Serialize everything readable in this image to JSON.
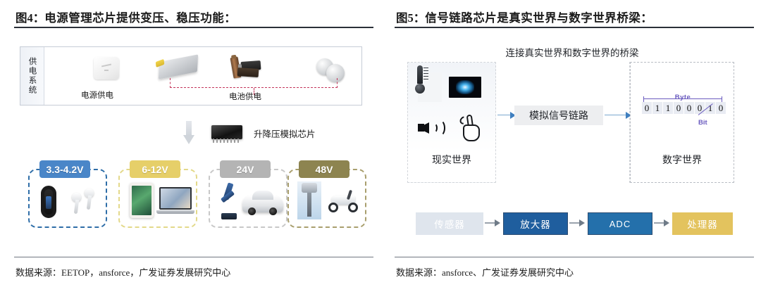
{
  "left_panel": {
    "title_num": "图4：",
    "title_text": "电源管理芯片提供变压、稳压功能：",
    "source": "数据来源：EETOP，ansforce，广发证券发展研究中心",
    "supply_system_label": "供电系统",
    "captions": {
      "mains": "电源供电",
      "battery": "电池供电",
      "chip": "升降压模拟芯片"
    },
    "icons": {
      "adapter": "power-adapter-icon",
      "lipo": "lipo-battery-icon",
      "aa": "aa-battery-icon",
      "coin": "coin-cell-icon",
      "chip": "ic-chip-icon",
      "down_arrow": "down-arrow-icon"
    },
    "voltage_groups": [
      {
        "badge": "3.3-4.2V",
        "badge_color": "#4a86c8",
        "border_color": "#2f6ea8",
        "devices": [
          "smart-band-icon",
          "earbuds-icon"
        ]
      },
      {
        "badge": "6-12V",
        "badge_color": "#e6cf69",
        "border_color": "#e3d98a",
        "devices": [
          "tablet-icon",
          "laptop-icon"
        ]
      },
      {
        "badge": "24V",
        "badge_color": "#b4b4b4",
        "border_color": "#c8c8c8",
        "devices": [
          "robot-arm-icon",
          "car-icon"
        ]
      },
      {
        "badge": "48V",
        "badge_color": "#8d8450",
        "border_color": "#a99f6e",
        "devices": [
          "charging-pile-icon",
          "e-scooter-icon"
        ]
      }
    ]
  },
  "right_panel": {
    "title_num": "图5：",
    "title_text": "信号链路芯片是真实世界与数字世界桥梁：",
    "source": "数据来源：ansforce、广发证券发展研究中心",
    "bridge_caption": "连接真实世界和数字世界的桥梁",
    "real_world_label": "现实世界",
    "digital_world_label": "数字世界",
    "analog_chain_label": "模拟信号链路",
    "real_world_icons": [
      "thermometer-icon",
      "led-light-icon",
      "speaker-icon",
      "touch-hand-icon"
    ],
    "digital": {
      "byte_label": "Byte",
      "bit_label": "Bit",
      "bits": [
        "0",
        "1",
        "1",
        "0",
        "0",
        "0",
        "1",
        "0"
      ]
    },
    "flow": [
      {
        "label": "传感器",
        "color": "#dfe5ed"
      },
      {
        "label": "放大器",
        "color": "#1f5e9e"
      },
      {
        "label": "ADC",
        "color": "#2470ab"
      },
      {
        "label": "处理器",
        "color": "#e3c35e"
      }
    ]
  }
}
